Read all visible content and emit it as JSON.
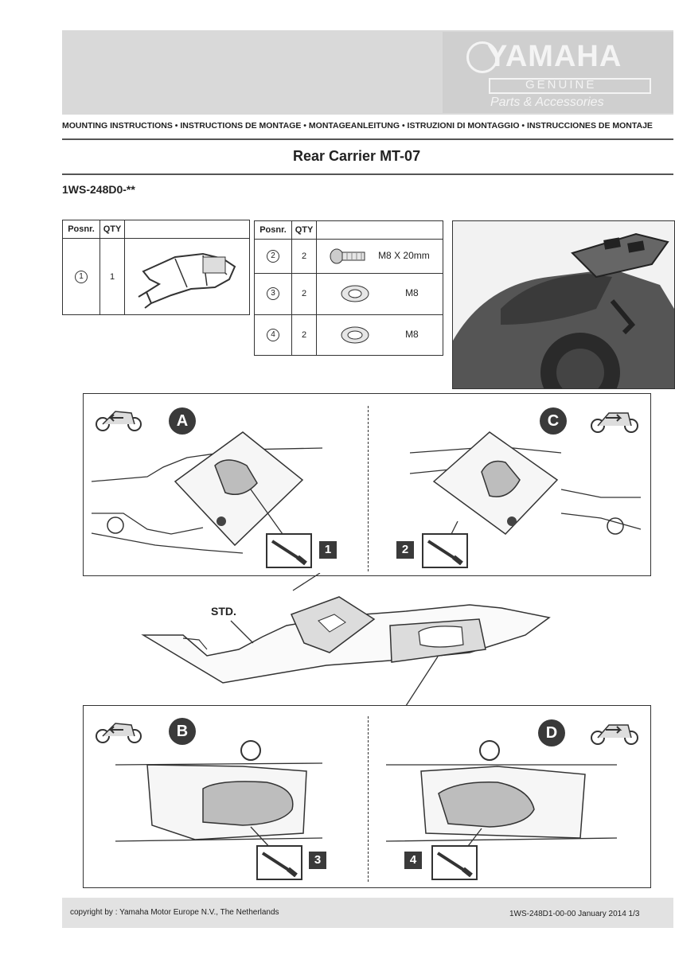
{
  "header": {
    "brand": "YAMAHA",
    "line1": "GENUINE",
    "line2": "Parts & Accessories",
    "languages": "MOUNTING INSTRUCTIONS • INSTRUCTIONS DE MONTAGE • MONTAGEANLEITUNG • ISTRUZIONI DI MONTAGGIO • INSTRUCCIONES DE MONTAJE"
  },
  "title": "Rear Carrier MT-07",
  "part_number": "1WS-248D0-**",
  "table_main": {
    "headers": [
      "Posnr.",
      "QTY"
    ],
    "rows": [
      {
        "pos": "1",
        "qty": "1"
      }
    ]
  },
  "table_hw": {
    "headers": [
      "Posnr.",
      "QTY"
    ],
    "rows": [
      {
        "pos": "2",
        "qty": "2",
        "spec": "M8 X 20mm"
      },
      {
        "pos": "3",
        "qty": "2",
        "spec": "M8"
      },
      {
        "pos": "4",
        "qty": "2",
        "spec": "M8"
      }
    ]
  },
  "steps": {
    "A": "A",
    "B": "B",
    "C": "C",
    "D": "D",
    "s1": "1",
    "s2": "2",
    "s3": "3",
    "s4": "4",
    "std": "STD."
  },
  "footer": {
    "copyright": "copyright by : Yamaha Motor Europe N.V., The Netherlands",
    "docref": "1WS-248D1-00-00  January 2014 1/3"
  }
}
